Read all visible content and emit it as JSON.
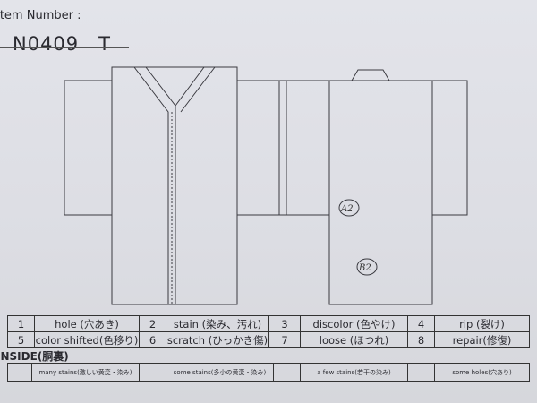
{
  "header": {
    "label": "Item Number :",
    "number": "N0409　T"
  },
  "diagram": {
    "annotations": [
      "A2",
      "B2"
    ]
  },
  "legend": {
    "rows": [
      [
        {
          "num": "1",
          "text": "hole (穴あき)"
        },
        {
          "num": "2",
          "text": "stain (染み、汚れ)"
        },
        {
          "num": "3",
          "text": "discolor (色やけ)"
        },
        {
          "num": "4",
          "text": "rip (裂け)"
        }
      ],
      [
        {
          "num": "5",
          "text": "color shifted(色移り)"
        },
        {
          "num": "6",
          "text": "scratch (ひっかき傷)"
        },
        {
          "num": "7",
          "text": "loose (ほつれ)"
        },
        {
          "num": "8",
          "text": "repair(修復)"
        }
      ]
    ]
  },
  "inside": {
    "label": "INSIDE(胴裏)",
    "items": [
      "many stains(激しい黄変・染み)",
      "some stains(多小の黄変・染み)",
      "a few stains(若干の染み)",
      "some holes(穴あり)"
    ]
  }
}
